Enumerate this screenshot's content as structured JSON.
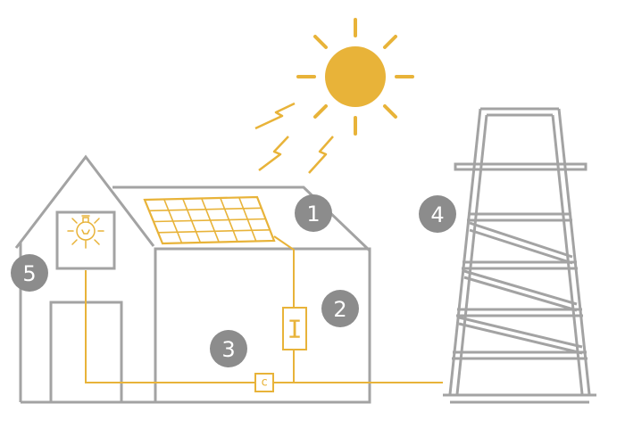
{
  "colors": {
    "line": "#a3a3a3",
    "accent": "#e8b339",
    "badge": "#8c8c8c",
    "background": "#ffffff"
  },
  "markers": {
    "m1": "1",
    "m2": "2",
    "m3": "3",
    "m4": "4",
    "m5": "5"
  },
  "components": {
    "inverter_label": "I",
    "meter_label": "c"
  },
  "icons": {
    "sun": "sun-icon",
    "bulb": "light-bulb-icon",
    "bolt": "lightning-bolt-icon",
    "panel": "solar-panel-icon",
    "tower": "power-tower-icon"
  }
}
